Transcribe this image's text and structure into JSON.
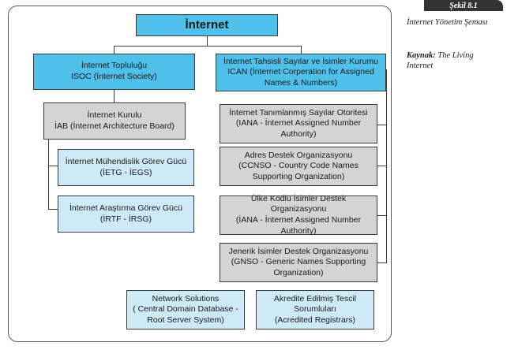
{
  "side_panel": {
    "tag": "Şekil 8.1",
    "caption": "İnternet Yönetim Şeması",
    "source_label": "Kaynak:",
    "source_text": " The Living Internet"
  },
  "diagram": {
    "root": "İnternet",
    "isoc": "İnternet Topluluğu\nISOC (İnternet Society)",
    "icann": "İnternet Tahsisli Sayılar ve İsimler Kurumu\nICAN (İnternet Corperation for Assigned\nNames & Numbers)",
    "iab": "İnternet Kurulu\nİAB (İnternet Architecture Board)",
    "ietf": "İnternet Mühendislik Görev Gücü\n(İETG - İEGS)",
    "irtf": "İnternet Araştırma Görev Gücü\n(İRTF - İRSG)",
    "iana1": "İnternet Tanımlanmış Sayılar Otoritesi\n(IANA - İnternet Assigned Number\nAuthority)",
    "ccnso": "Adres Destek Organizasyonu\n(CCNSO - Country Code Names\nSupporting Organization)",
    "iana2": "Ülke Kodlu İsimler Destek Organizasyonu\n(İANA - İnternet Assigned Number\nAuthority)",
    "gnso": "Jenerik İsimler Destek Organizasyonu\n(GNSO - Generic Names Supporting\nOrganization)",
    "network_solutions": "Network Solutions\n( Central Domain Database -\nRoot Server System)",
    "registrars": "Akredite Edilmiş Tescil\nSorumluları\n(Acredited Registrars)"
  }
}
